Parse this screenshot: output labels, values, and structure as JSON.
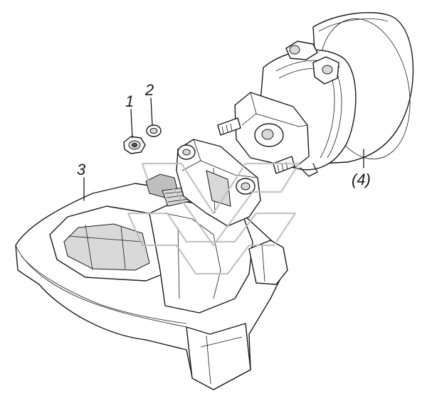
{
  "labels": {
    "nut": "1",
    "washer": "2",
    "caliper": "3",
    "chamber": "(4)"
  }
}
